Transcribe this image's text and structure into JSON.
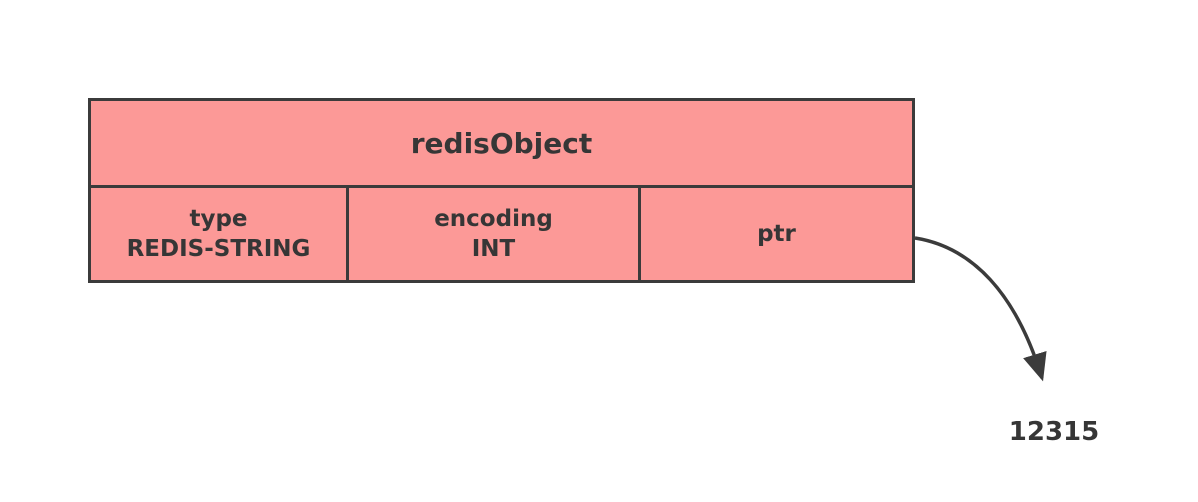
{
  "diagram": {
    "title": "redisObject",
    "fields": [
      {
        "name": "type",
        "value": "REDIS-STRING"
      },
      {
        "name": "encoding",
        "value": "INT"
      },
      {
        "name": "ptr",
        "value": ""
      }
    ],
    "pointer_target": "12315"
  },
  "colors": {
    "cell-fill": "#fc9997",
    "line": "#3b3b3b",
    "text": "#363636",
    "background": "#ffffff"
  }
}
